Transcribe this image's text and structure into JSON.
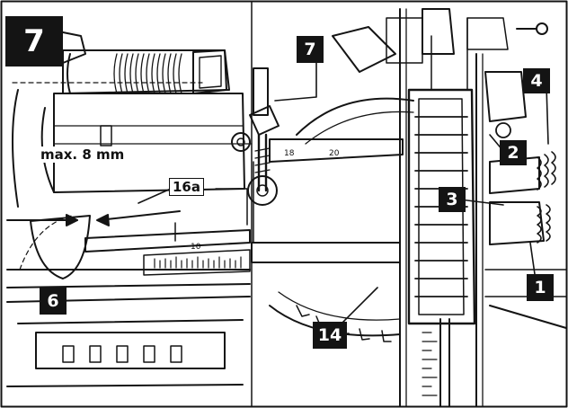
{
  "figure": {
    "number": "7"
  },
  "annotations": {
    "max_gap": "max. 8 mm",
    "part_16a": "16a"
  },
  "callouts": {
    "c1": "1",
    "c2": "2",
    "c3": "3",
    "c4": "4",
    "c6": "6",
    "c7": "7",
    "c14": "14"
  },
  "ruler": {
    "left_scale": "10",
    "top_scale_a": "18",
    "top_scale_b": "20"
  },
  "colors": {
    "ink": "#141414",
    "paper": "#ffffff"
  }
}
